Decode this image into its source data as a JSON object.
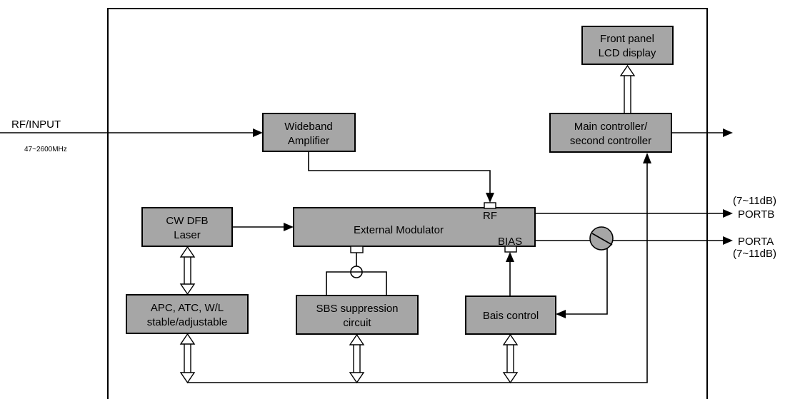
{
  "input": {
    "label": "RF/INPUT",
    "range": "47~2600MHz"
  },
  "blocks": {
    "wideband_amplifier": [
      "Wideband",
      "Amplifier"
    ],
    "lcd_display": [
      "Front panel",
      "LCD display"
    ],
    "main_controller": [
      "Main controller/",
      "second controller"
    ],
    "cw_dfb_laser": [
      "CW DFB",
      "Laser"
    ],
    "external_modulator": "External Modulator",
    "modulator_rf_port": "RF",
    "modulator_bias_port": "BIAS",
    "apc_atc": [
      "APC, ATC, W/L",
      "stable/adjustable"
    ],
    "sbs_suppression": [
      "SBS suppression",
      "circuit"
    ],
    "bias_control": "Bais control"
  },
  "outputs": {
    "portb": {
      "gain": "(7~11dB)",
      "label": "PORTB"
    },
    "porta": {
      "label": "PORTA",
      "gain": "(7~11dB)"
    }
  }
}
